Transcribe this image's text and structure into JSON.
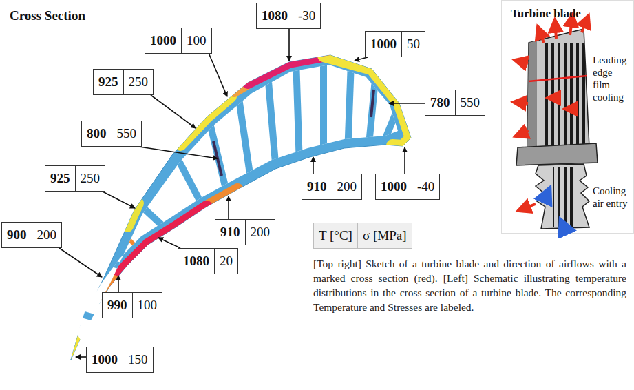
{
  "diagram": {
    "title": "Cross Section",
    "caption": "[Top right] Sketch of a turbine blade and direction of airflows with a marked cross section (red). [Left] Schematic illustrating temperature distributions in the cross section of a turbine blade. The corresponding Temperature and Stresses are labeled.",
    "nodes": [
      {
        "text": [
          "1080",
          "-30"
        ]
      },
      {
        "text": [
          "1000",
          "100"
        ]
      },
      {
        "text": [
          "1000",
          "50"
        ]
      },
      {
        "text": [
          "925",
          "250"
        ]
      },
      {
        "text": [
          "780",
          "550"
        ]
      },
      {
        "text": [
          "800",
          "550"
        ]
      },
      {
        "text": [
          "925",
          "250"
        ]
      },
      {
        "text": [
          "910",
          "200"
        ]
      },
      {
        "text": [
          "1000",
          "-40"
        ]
      },
      {
        "text": [
          "900",
          "200"
        ]
      },
      {
        "text": [
          "910",
          "200"
        ]
      },
      {
        "text": [
          "T [°C]",
          "σ [MPa]"
        ]
      },
      {
        "text": [
          "1080",
          "20"
        ]
      },
      {
        "text": [
          "990",
          "100"
        ]
      },
      {
        "text": [
          "1000",
          "150"
        ]
      }
    ],
    "labels": [
      "Turbine blade",
      "Leading edge film cooling",
      "Cooling air entry"
    ]
  }
}
